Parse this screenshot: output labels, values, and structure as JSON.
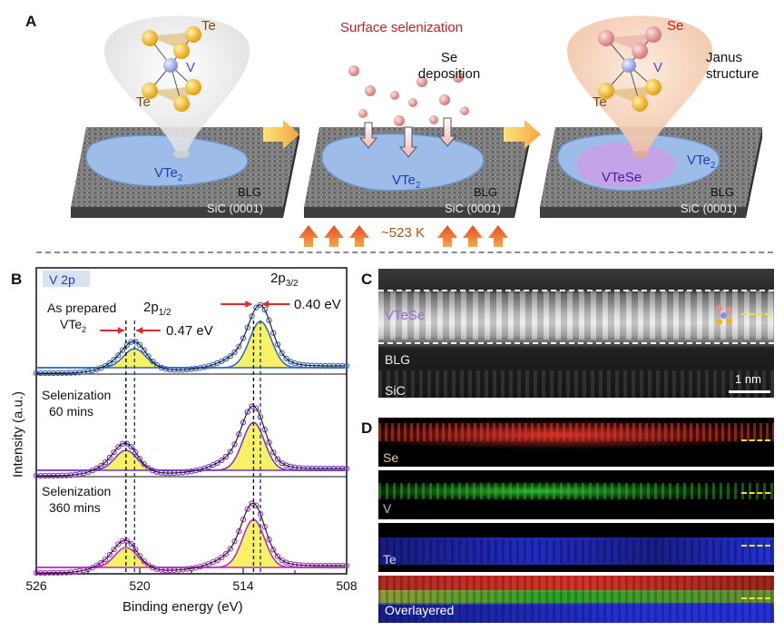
{
  "panelA": {
    "letter": "A",
    "title": "Surface selenization",
    "left": {
      "te_top": "Te",
      "v": "V",
      "te_bottom": "Te",
      "island": "VTe",
      "island_sub": "2",
      "blg": "BLG",
      "sic": "SiC (0001)"
    },
    "middle": {
      "dep1": "Se",
      "dep2": "deposition",
      "island": "VTe",
      "island_sub": "2",
      "blg": "BLG",
      "sic": "SiC (0001)",
      "temp": "~523 K"
    },
    "right": {
      "se": "Se",
      "v": "V",
      "te": "Te",
      "janus1": "Janus",
      "janus2": "structure",
      "island_outer": "VTe",
      "island_outer_sub": "2",
      "island_inner": "VTeSe",
      "blg": "BLG",
      "sic": "SiC (0001)"
    },
    "colors": {
      "title": "#c0202a",
      "island": "#9dbde8",
      "janus": "#c9a0e8",
      "te": "#f2b51c",
      "se": "#e58b8b",
      "vatom": "#a9aee8"
    }
  },
  "panelB": {
    "letter": "B",
    "tag": "V 2p",
    "ylabel": "Intensity (a.u.)",
    "xlabel": "Binding energy (eV)",
    "ticks": [
      "526",
      "520",
      "514",
      "508"
    ],
    "p12_main": "2p",
    "p12_sub": "1/2",
    "p32_main": "2p",
    "p32_sub": "3/2",
    "shift12": "0.47 eV",
    "shift32": "0.40 eV",
    "labels": [
      {
        "l1": "As prepared",
        "l2": "VTe",
        "l2_sub": "2"
      },
      {
        "l1": "Selenization",
        "l2": "60 mins",
        "l2_sub": ""
      },
      {
        "l1": "Selenization",
        "l2": "360 mins",
        "l2_sub": ""
      }
    ],
    "colors": {
      "s1": "#2d63c6",
      "s2": "#7a2fd0",
      "s3": "#b026c9",
      "fill": "#f4ef4a"
    }
  },
  "panelC": {
    "letter": "C",
    "vtese": "VTeSe",
    "blg": "BLG",
    "sic": "SiC",
    "scale": "1 nm"
  },
  "panelD": {
    "letter": "D",
    "maps": [
      "Se",
      "V",
      "Te",
      "Overlayered"
    ],
    "colors": {
      "Se": "#e0352a",
      "V": "#2fbe2f",
      "Te": "#2733e6",
      "label_se": "#f0c8a0",
      "label_v": "#a8c8f0",
      "label_te": "#cfd8ff"
    }
  },
  "chart_data": {
    "type": "line",
    "xlabel": "Binding energy (eV)",
    "ylabel": "Intensity (a.u.)",
    "xlim": [
      526,
      508
    ],
    "x_reversed": true,
    "series": [
      {
        "name": "As prepared VTe2",
        "peaks": [
          520.3,
          513.0
        ]
      },
      {
        "name": "Selenization 60 mins",
        "peaks": [
          520.8,
          513.4
        ]
      },
      {
        "name": "Selenization 360 mins",
        "peaks": [
          520.8,
          513.4
        ]
      }
    ],
    "annotations": [
      "0.47 eV",
      "0.40 eV"
    ]
  }
}
